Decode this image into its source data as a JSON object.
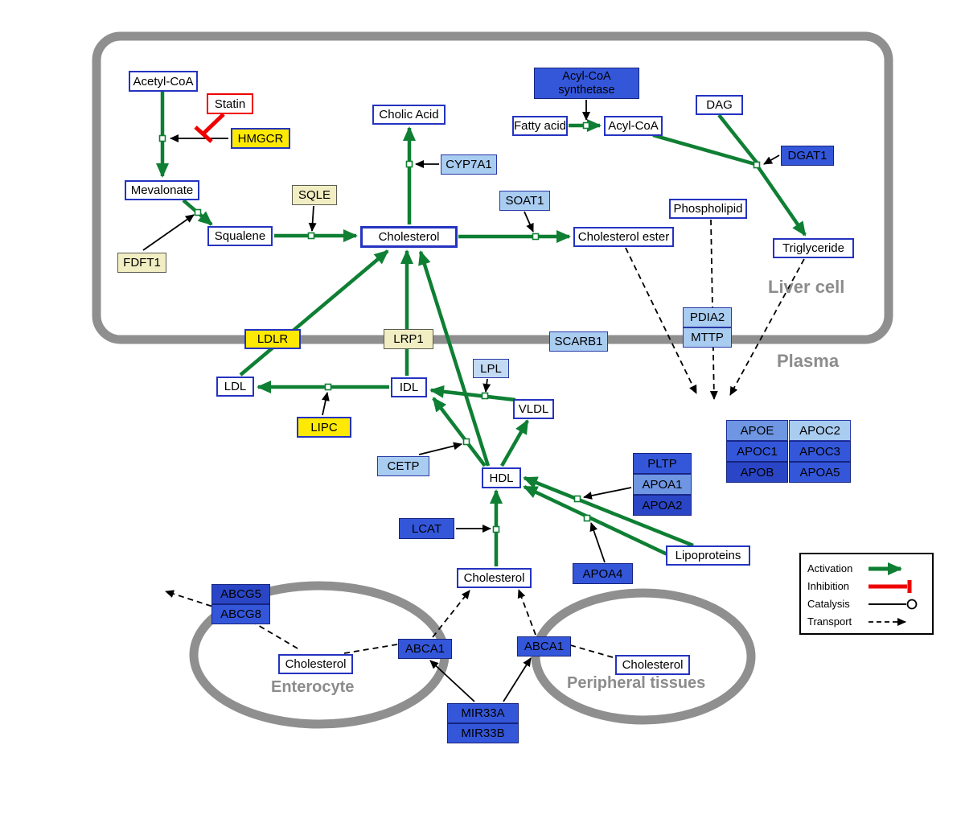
{
  "colors": {
    "activation_green": "#0e7f33",
    "inhibition_red": "#ee0000",
    "membrane_gray": "#8f8f8f",
    "compound_border_blue": "#2433c0",
    "gene_blue": "#3457da",
    "light_blue": "#a9ccf1",
    "yellow": "#fde903",
    "pale_yellow": "#f1eec3"
  },
  "regions": {
    "liver": "Liver cell",
    "plasma": "Plasma",
    "enterocyte": "Enterocyte",
    "peripheral": "Peripheral tissues"
  },
  "legend": {
    "activation": "Activation",
    "inhibition": "Inhibition",
    "catalysis": "Catalysis",
    "transport": "Transport"
  },
  "nodes": {
    "acetyl_coa": "Acetyl-CoA",
    "statin": "Statin",
    "hmgcr": "HMGCR",
    "mevalonate": "Mevalonate",
    "sqle": "SQLE",
    "fdft1": "FDFT1",
    "squalene": "Squalene",
    "cholesterol_liver": "Cholesterol",
    "cholic_acid": "Cholic Acid",
    "cyp7a1": "CYP7A1",
    "soat1": "SOAT1",
    "cholesterol_ester": "Cholesterol ester",
    "acyl_coa_synthetase": "Acyl-CoA synthetase",
    "fatty_acid": "Fatty acid",
    "acyl_coa": "Acyl-CoA",
    "dag": "DAG",
    "dgat1": "DGAT1",
    "phospholipid": "Phospholipid",
    "triglyceride": "Triglyceride",
    "ldlr": "LDLR",
    "lrp1": "LRP1",
    "scarb1": "SCARB1",
    "pdia2": "PDIA2",
    "mttp": "MTTP",
    "ldl": "LDL",
    "idl": "IDL",
    "lpl": "LPL",
    "vldl": "VLDL",
    "lipc": "LIPC",
    "cetp": "CETP",
    "hdl": "HDL",
    "pltp": "PLTP",
    "apoa1": "APOA1",
    "apoa2": "APOA2",
    "apoe": "APOE",
    "apoc2": "APOC2",
    "apoc1": "APOC1",
    "apoc3": "APOC3",
    "apob": "APOB",
    "apoa5": "APOA5",
    "lcat": "LCAT",
    "apoa4": "APOA4",
    "lipoproteins": "Lipoproteins",
    "cholesterol_plasma": "Cholesterol",
    "abcg5": "ABCG5",
    "abcg8": "ABCG8",
    "cholesterol_enterocyte": "Cholesterol",
    "abca1_enterocyte": "ABCA1",
    "abca1_peripheral": "ABCA1",
    "cholesterol_peripheral": "Cholesterol",
    "mir33a": "MIR33A",
    "mir33b": "MIR33B"
  }
}
